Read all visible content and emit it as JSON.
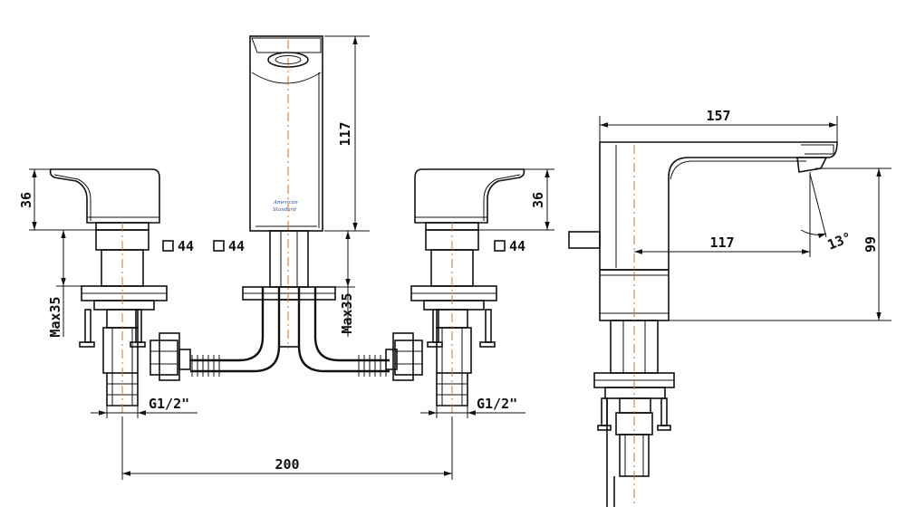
{
  "dimensions": {
    "spout_height": "117",
    "handle_height_left": "36",
    "handle_height_right": "36",
    "square_left": "44",
    "square_center": "44",
    "square_right": "44",
    "max_thickness_left": "Max35",
    "max_thickness_center": "Max35",
    "thread_left": "G1/2\"",
    "thread_right": "G1/2\"",
    "center_spacing": "200",
    "side_reach": "157",
    "side_spout_reach": "117",
    "side_height": "99",
    "side_angle": "13°"
  },
  "logo": {
    "line1": "American",
    "line2": "Standard"
  },
  "colors": {
    "line": "#111111",
    "centerline": "#c87533",
    "logo": "#2a4fb0"
  }
}
